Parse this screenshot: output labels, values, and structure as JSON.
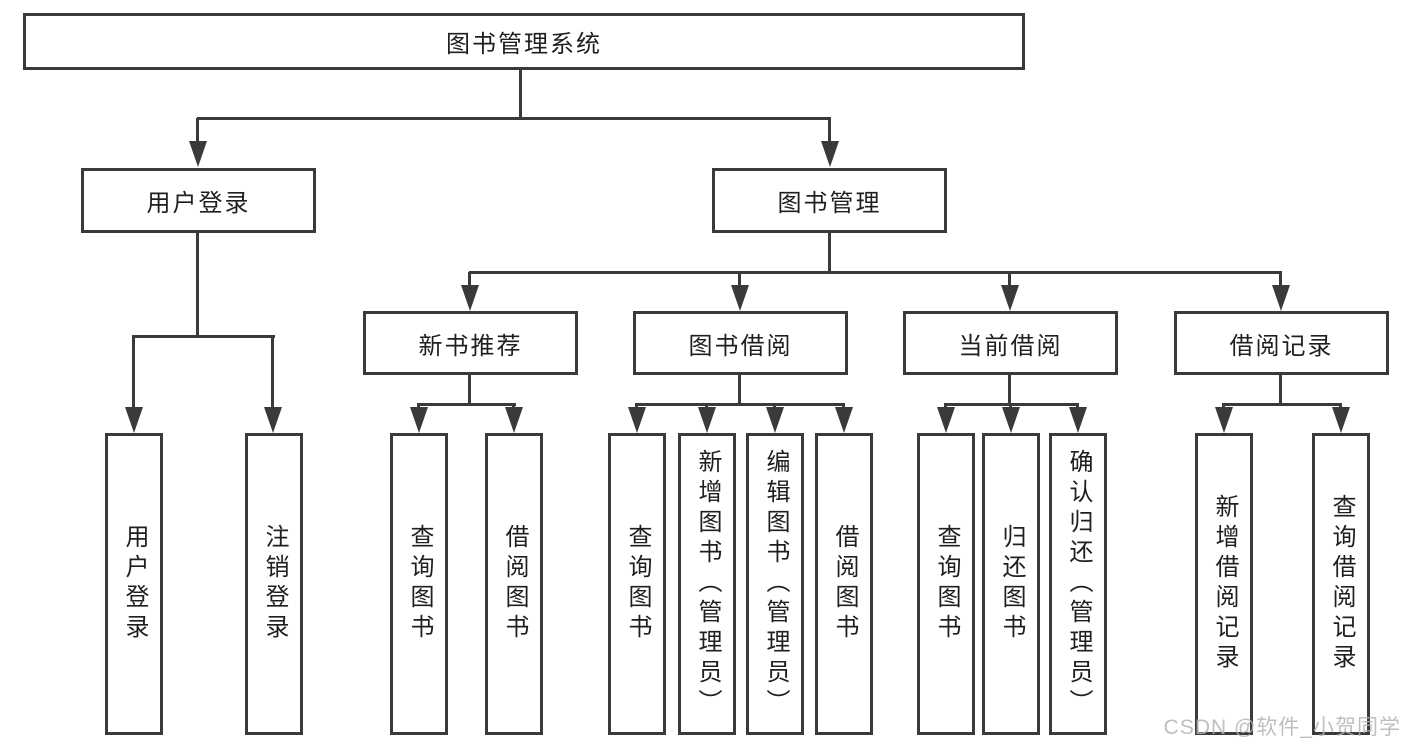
{
  "tree": {
    "root": "图书管理系统",
    "branches": [
      {
        "label": "用户登录",
        "children": [
          "用户登录",
          "注销登录"
        ]
      },
      {
        "label": "图书管理",
        "children": [
          {
            "label": "新书推荐",
            "children": [
              "查询图书",
              "借阅图书"
            ]
          },
          {
            "label": "图书借阅",
            "children": [
              "查询图书",
              "新增图书（管理员）",
              "编辑图书（管理员）",
              "借阅图书"
            ]
          },
          {
            "label": "当前借阅",
            "children": [
              "查询图书",
              "归还图书",
              "确认归还（管理员）"
            ]
          },
          {
            "label": "借阅记录",
            "children": [
              "新增借阅记录",
              "查询借阅记录"
            ]
          }
        ]
      }
    ]
  },
  "watermark": {
    "text": "CSDN @软件_小贺同学"
  },
  "colors": {
    "line": "#3a3a3a",
    "text": "#1f1f1f",
    "watermark": "#b5b5b5",
    "background": "#ffffff"
  }
}
